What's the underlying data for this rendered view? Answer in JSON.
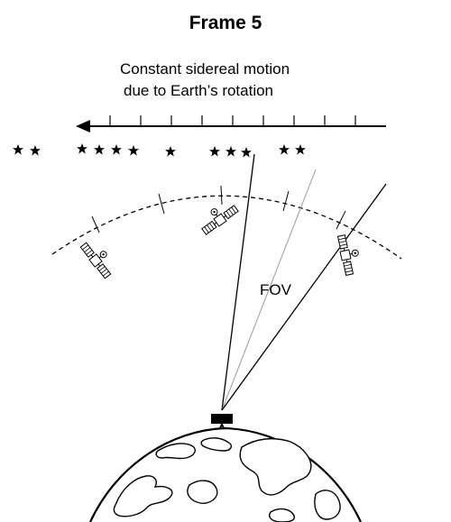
{
  "title": "Frame 5",
  "caption": {
    "line1": "Constant sidereal motion",
    "line2": "due to Earth’s rotation"
  },
  "fov_label": "FOV",
  "colors": {
    "ink": "#000000",
    "faint_line": "#999999",
    "background": "#ffffff"
  },
  "icons": {
    "star": "star-icon",
    "satellite": "satellite-icon",
    "telescope": "telescope-icon",
    "earth": "earth-globe"
  }
}
